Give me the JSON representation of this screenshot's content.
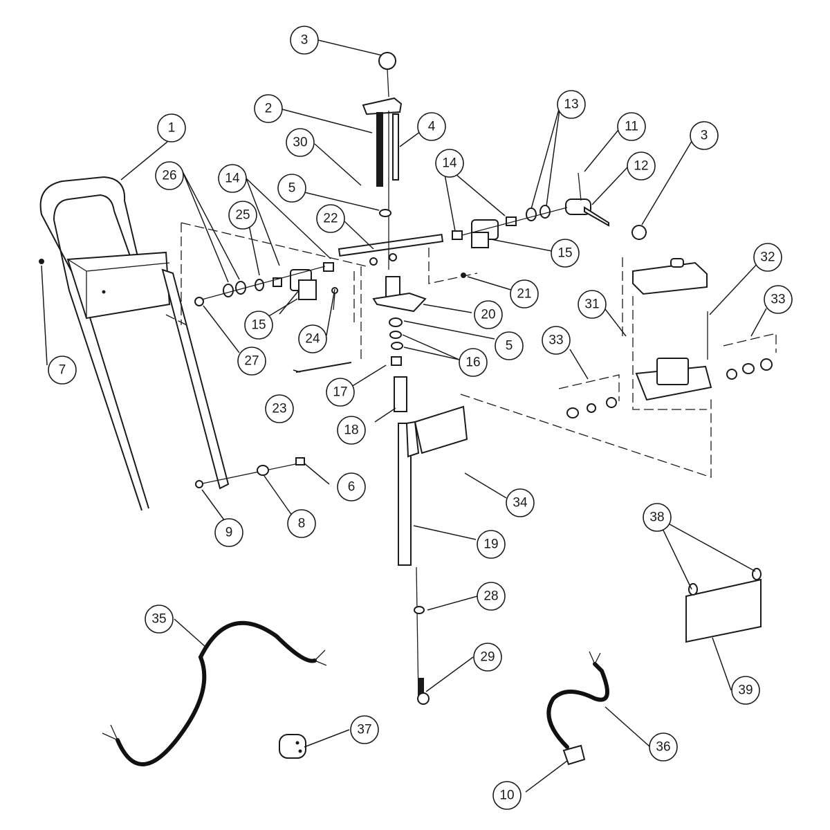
{
  "colors": {
    "ink": "#1a1a1a",
    "paper": "#ffffff"
  },
  "callouts": [
    {
      "id": "c1",
      "label": "1"
    },
    {
      "id": "c2",
      "label": "2"
    },
    {
      "id": "c3a",
      "label": "3"
    },
    {
      "id": "c3b",
      "label": "3"
    },
    {
      "id": "c4",
      "label": "4"
    },
    {
      "id": "c5a",
      "label": "5"
    },
    {
      "id": "c5b",
      "label": "5"
    },
    {
      "id": "c6",
      "label": "6"
    },
    {
      "id": "c7",
      "label": "7"
    },
    {
      "id": "c8",
      "label": "8"
    },
    {
      "id": "c9",
      "label": "9"
    },
    {
      "id": "c10",
      "label": "10"
    },
    {
      "id": "c11",
      "label": "11"
    },
    {
      "id": "c12",
      "label": "12"
    },
    {
      "id": "c13",
      "label": "13"
    },
    {
      "id": "c14a",
      "label": "14"
    },
    {
      "id": "c14b",
      "label": "14"
    },
    {
      "id": "c15a",
      "label": "15"
    },
    {
      "id": "c15b",
      "label": "15"
    },
    {
      "id": "c16",
      "label": "16"
    },
    {
      "id": "c17",
      "label": "17"
    },
    {
      "id": "c18",
      "label": "18"
    },
    {
      "id": "c19",
      "label": "19"
    },
    {
      "id": "c20",
      "label": "20"
    },
    {
      "id": "c21",
      "label": "21"
    },
    {
      "id": "c22",
      "label": "22"
    },
    {
      "id": "c23",
      "label": "23"
    },
    {
      "id": "c24",
      "label": "24"
    },
    {
      "id": "c25",
      "label": "25"
    },
    {
      "id": "c26",
      "label": "26"
    },
    {
      "id": "c27",
      "label": "27"
    },
    {
      "id": "c28",
      "label": "28"
    },
    {
      "id": "c29",
      "label": "29"
    },
    {
      "id": "c30",
      "label": "30"
    },
    {
      "id": "c31",
      "label": "31"
    },
    {
      "id": "c32",
      "label": "32"
    },
    {
      "id": "c33a",
      "label": "33"
    },
    {
      "id": "c33b",
      "label": "33"
    },
    {
      "id": "c34",
      "label": "34"
    },
    {
      "id": "c35",
      "label": "35"
    },
    {
      "id": "c36",
      "label": "36"
    },
    {
      "id": "c37",
      "label": "37"
    },
    {
      "id": "c38",
      "label": "38"
    },
    {
      "id": "c39",
      "label": "39"
    }
  ]
}
